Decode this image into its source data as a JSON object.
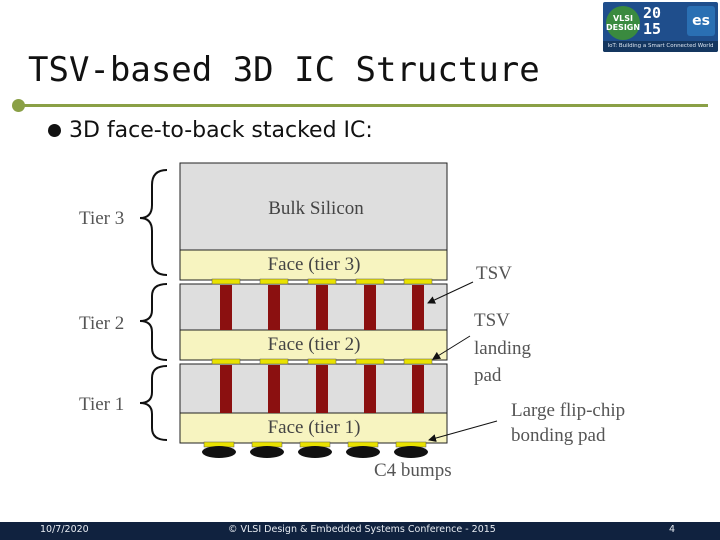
{
  "slide": {
    "title": "TSV-based 3D IC Structure",
    "bullet": "3D face-to-back stacked IC:"
  },
  "logo": {
    "badge": "VLSI DESIGN",
    "year_top": "20",
    "year_bottom": "15",
    "es": "es",
    "tagline": "IoT: Building a Smart Connected World"
  },
  "diagram": {
    "tier_labels": [
      "Tier 3",
      "Tier 2",
      "Tier 1"
    ],
    "bulk": "Bulk Silicon",
    "faces": [
      "Face (tier 3)",
      "Face (tier 2)",
      "Face (tier 1)"
    ],
    "callouts": {
      "tsv": "TSV",
      "landing_1": "TSV",
      "landing_2": "landing",
      "landing_3": "pad",
      "flip_1": "Large flip-chip",
      "flip_2": "bonding pad",
      "c4": "C4 bumps"
    }
  },
  "footer": {
    "date": "10/7/2020",
    "center": "© VLSI Design & Embedded Systems Conference - 2015",
    "page": "4"
  },
  "colors": {
    "accent": "#8aa046",
    "face": "#f7f4c0",
    "silicon": "#dedede",
    "tsv": "#8b1010",
    "pad": "#e9e200",
    "bump": "#111111",
    "footer": "#10223f"
  }
}
